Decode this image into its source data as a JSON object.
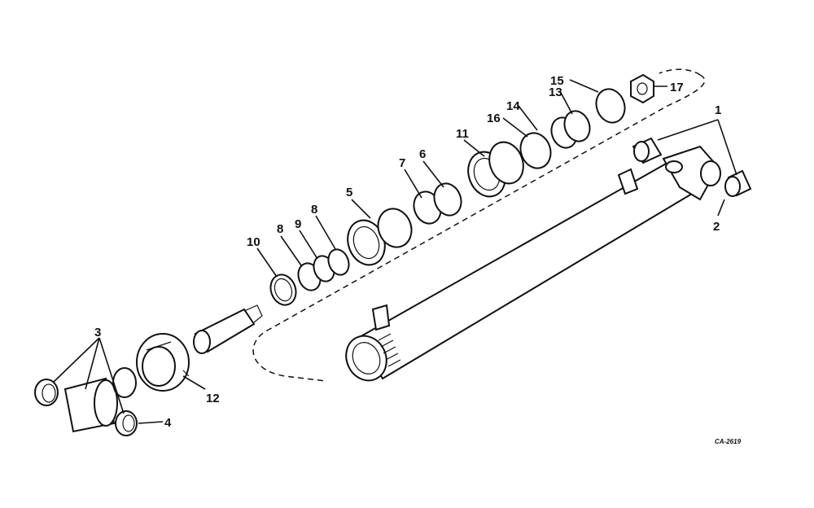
{
  "diagram": {
    "figure_code": "CA-2619",
    "callouts": [
      {
        "id": "1",
        "text": "1"
      },
      {
        "id": "2",
        "text": "2"
      },
      {
        "id": "3",
        "text": "3"
      },
      {
        "id": "4",
        "text": "4"
      },
      {
        "id": "5",
        "text": "5"
      },
      {
        "id": "6",
        "text": "6"
      },
      {
        "id": "7",
        "text": "7"
      },
      {
        "id": "8a",
        "text": "8"
      },
      {
        "id": "8b",
        "text": "8"
      },
      {
        "id": "9",
        "text": "9"
      },
      {
        "id": "10",
        "text": "10"
      },
      {
        "id": "11",
        "text": "11"
      },
      {
        "id": "12",
        "text": "12"
      },
      {
        "id": "13",
        "text": "13"
      },
      {
        "id": "14",
        "text": "14"
      },
      {
        "id": "15",
        "text": "15"
      },
      {
        "id": "16",
        "text": "16"
      },
      {
        "id": "17",
        "text": "17"
      }
    ]
  }
}
